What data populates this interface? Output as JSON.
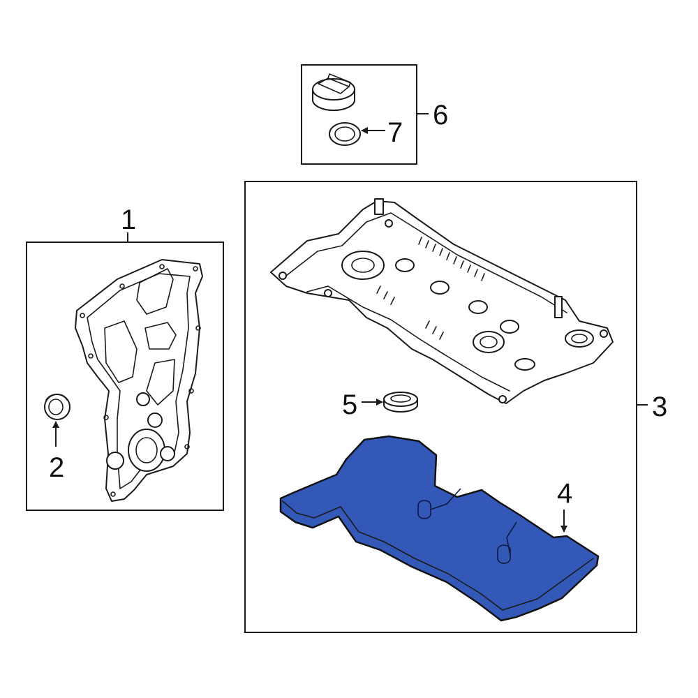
{
  "callouts": {
    "c1": "1",
    "c2": "2",
    "c3": "3",
    "c4": "4",
    "c5": "5",
    "c6": "6",
    "c7": "7"
  },
  "colors": {
    "highlight": "#3358b8",
    "line": "#1a1a1a",
    "background": "#ffffff"
  },
  "parts": [
    "timing-cover",
    "seal",
    "valve-cover",
    "valve-cover-gasket",
    "spark-plug-tube-seal",
    "oil-filler-cap",
    "cap-o-ring"
  ]
}
